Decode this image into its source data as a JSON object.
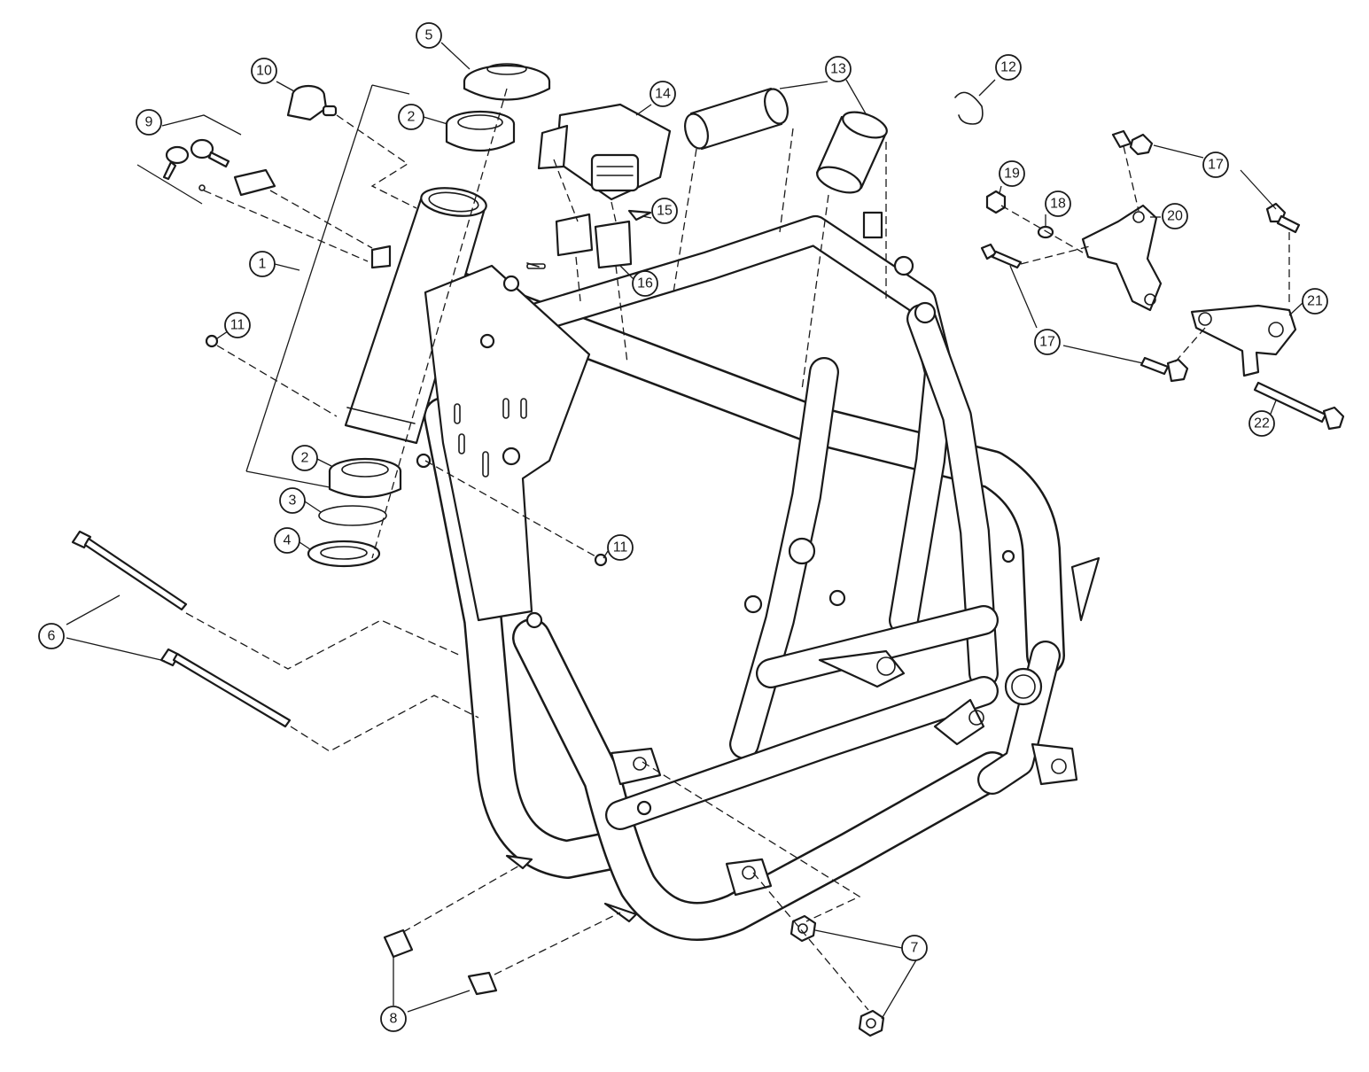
{
  "callouts": [
    {
      "id": "c1",
      "label": "1"
    },
    {
      "id": "c2a",
      "label": "2"
    },
    {
      "id": "c2b",
      "label": "2"
    },
    {
      "id": "c3",
      "label": "3"
    },
    {
      "id": "c4",
      "label": "4"
    },
    {
      "id": "c5",
      "label": "5"
    },
    {
      "id": "c6",
      "label": "6"
    },
    {
      "id": "c7",
      "label": "7"
    },
    {
      "id": "c8",
      "label": "8"
    },
    {
      "id": "c9",
      "label": "9"
    },
    {
      "id": "c10",
      "label": "10"
    },
    {
      "id": "c11a",
      "label": "11"
    },
    {
      "id": "c11b",
      "label": "11"
    },
    {
      "id": "c12",
      "label": "12"
    },
    {
      "id": "c13",
      "label": "13"
    },
    {
      "id": "c14",
      "label": "14"
    },
    {
      "id": "c15",
      "label": "15"
    },
    {
      "id": "c16",
      "label": "16"
    },
    {
      "id": "c17a",
      "label": "17"
    },
    {
      "id": "c17b",
      "label": "17"
    },
    {
      "id": "c18",
      "label": "18"
    },
    {
      "id": "c19",
      "label": "19"
    },
    {
      "id": "c20",
      "label": "20"
    },
    {
      "id": "c21",
      "label": "21"
    },
    {
      "id": "c22",
      "label": "22"
    }
  ],
  "colors": {
    "line": "#1a1a1a",
    "background": "#ffffff"
  }
}
